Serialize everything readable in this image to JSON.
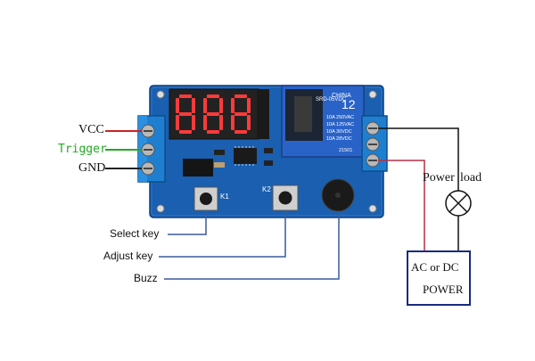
{
  "pins": {
    "vcc": "VCC",
    "trigger": "Trigger",
    "gnd": "GND"
  },
  "controls": {
    "select_key": "Select key",
    "adjust_key": "Adjust key",
    "buzz": "Buzz"
  },
  "board": {
    "k1": "K1",
    "k2": "K2",
    "display_digits": [
      "8",
      "8",
      "8"
    ],
    "relay": {
      "brand": "CHINA",
      "model": "SRD-05VDC",
      "voltage": "12",
      "ratings": [
        "10A 250VAC",
        "10A 125VAC",
        "10A 30VDC",
        "10A 28VDC"
      ],
      "code": "21501"
    }
  },
  "load": {
    "label_left": "Power",
    "label_right": "load"
  },
  "power_box": {
    "line1": "AC or DC",
    "line2": "POWER"
  },
  "colors": {
    "vcc_wire": "#cc2222",
    "trigger_wire": "#22aa22",
    "gnd_wire": "#222222",
    "blue_wire": "#3a5a9a",
    "red_wire": "#b43048",
    "pcb": "#1a5fb0",
    "terminal": "#1e7fd0",
    "display": "#222222",
    "segment": "#ff3a3a",
    "relay": "#2a63c8",
    "power_box_border": "#1a2a80"
  }
}
